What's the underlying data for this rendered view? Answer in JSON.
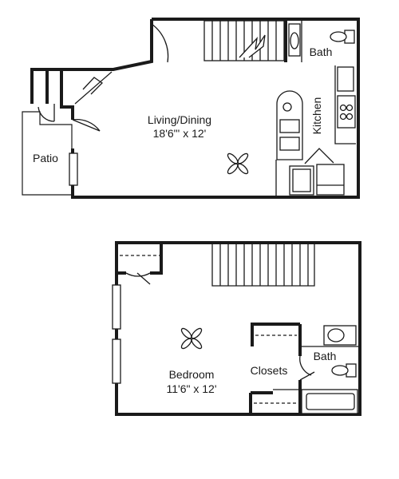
{
  "rooms": {
    "living_dining": {
      "name": "Living/Dining",
      "size": "18'6\"' x 12'"
    },
    "kitchen": {
      "name": "Kitchen"
    },
    "upper_bath": {
      "name": "Bath"
    },
    "patio": {
      "name": "Patio"
    },
    "bedroom": {
      "name": "Bedroom",
      "size": "11'6\" x 12'"
    },
    "closets": {
      "name": "Closets"
    },
    "lower_bath": {
      "name": "Bath"
    }
  },
  "colors": {
    "line": "#1a1a1a",
    "background": "#ffffff"
  }
}
